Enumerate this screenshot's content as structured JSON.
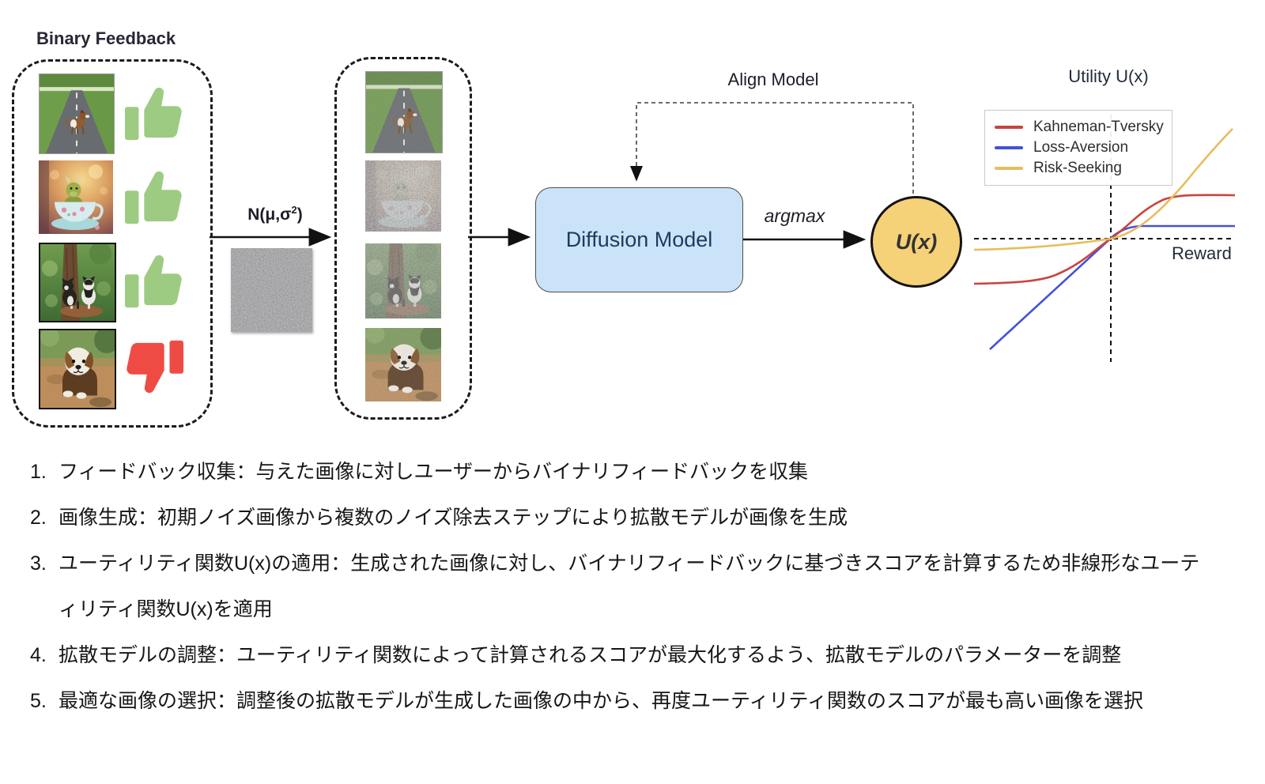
{
  "colors": {
    "thumb_up": "#9ecb82",
    "thumb_down": "#ef4b45",
    "diffusion_box_fill": "#cae3f8",
    "utility_node_fill": "#f5d177",
    "curve_kahneman": "#c8453e",
    "curve_loss": "#4353d8",
    "curve_risk": "#e7bd5d"
  },
  "diagram": {
    "feedback_title": "Binary Feedback",
    "noise_label": {
      "base": "N(μ,σ",
      "sup": "2",
      "close": ")"
    },
    "diffusion_label": "Diffusion Model",
    "align_label": "Align Model",
    "argmax_label": "argmax",
    "utility_node_label": "U(x)",
    "feedback_items": [
      {
        "image": "dog-on-road",
        "feedback": "thumbs-up"
      },
      {
        "image": "dragon-in-teacup",
        "feedback": "thumbs-up"
      },
      {
        "image": "cats-under-tree",
        "feedback": "thumbs-up"
      },
      {
        "image": "puppy",
        "feedback": "thumbs-down"
      }
    ],
    "generated_items": [
      {
        "image": "dog-on-road",
        "noise": "low"
      },
      {
        "image": "dragon-in-teacup",
        "noise": "high"
      },
      {
        "image": "cats-under-tree",
        "noise": "medium"
      },
      {
        "image": "puppy",
        "noise": "low"
      }
    ]
  },
  "chart": {
    "title": "Utility U(x)",
    "axis_label": "Reward",
    "legend": [
      {
        "label": "Kahneman-Tversky",
        "color": "#c8453e"
      },
      {
        "label": "Loss-Aversion",
        "color": "#4353d8"
      },
      {
        "label": "Risk-Seeking",
        "color": "#e7bd5d"
      }
    ]
  },
  "chart_data": {
    "type": "line",
    "title": "Utility U(x)",
    "xlabel": "Reward",
    "ylabel": "Utility U(x)",
    "x": [
      -5,
      -4,
      -3,
      -2,
      -1,
      0,
      1,
      2,
      3,
      4,
      5
    ],
    "series": [
      {
        "name": "Kahneman-Tversky",
        "color": "#c8453e",
        "values": [
          -1.7,
          -1.7,
          -1.65,
          -1.5,
          -0.9,
          0,
          0.9,
          1.5,
          1.65,
          1.7,
          1.7
        ]
      },
      {
        "name": "Loss-Aversion",
        "color": "#4353d8",
        "values": [
          -4.2,
          -3.4,
          -2.5,
          -1.7,
          -0.85,
          0,
          0.35,
          0.44,
          0.45,
          0.45,
          0.45
        ]
      },
      {
        "name": "Risk-Seeking",
        "color": "#e7bd5d",
        "values": [
          -0.42,
          -0.42,
          -0.4,
          -0.33,
          -0.18,
          0,
          0.35,
          0.9,
          1.7,
          2.8,
          4.1
        ]
      }
    ],
    "axes": {
      "style": "dashed cross at origin",
      "grid": false
    },
    "legend_position": "upper-left"
  },
  "steps": [
    {
      "num": "1.",
      "text": "フィードバック収集：与えた画像に対しユーザーからバイナリフィードバックを収集"
    },
    {
      "num": "2.",
      "text": "画像生成：初期ノイズ画像から複数のノイズ除去ステップにより拡散モデルが画像を生成"
    },
    {
      "num": "3.",
      "text": "ユーティリティ関数U(x)の適用：生成された画像に対し、バイナリフィードバックに基づきスコアを計算するため非線形なユーティリティ関数U(x)を適用"
    },
    {
      "num": "4.",
      "text": "拡散モデルの調整：ユーティリティ関数によって計算されるスコアが最大化するよう、拡散モデルのパラメーターを調整"
    },
    {
      "num": "5.",
      "text": "最適な画像の選択：調整後の拡散モデルが生成した画像の中から、再度ユーティリティ関数のスコアが最も高い画像を選択"
    }
  ]
}
